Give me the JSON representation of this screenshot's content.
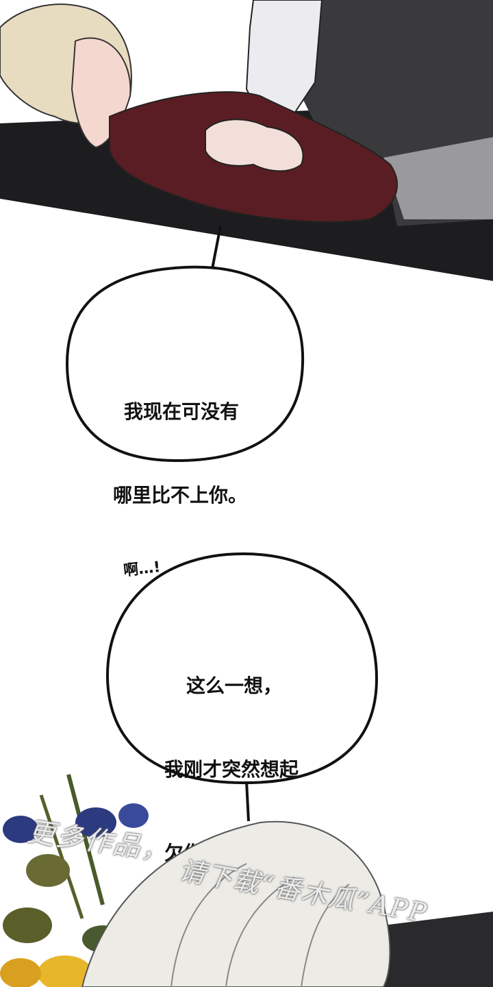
{
  "panel1": {
    "description_icons": [
      "character-art"
    ]
  },
  "bubble1": {
    "line1": "我现在可没有",
    "line2": "哪里比不上你。"
  },
  "sfx": {
    "text": "啊…!"
  },
  "bubble2": {
    "line1": "这么一想，",
    "line2": "我刚才突然想起",
    "line3": "欠你一个东西。"
  },
  "watermark": {
    "line1": "更多作品，",
    "line2": "请下载“番木瓜”APP"
  },
  "colors": {
    "sweater": "#5a1d24",
    "dark": "#222222",
    "hair": "#e8dcc0",
    "skin": "#f4d8cf",
    "shirt": "#ecebf0"
  }
}
